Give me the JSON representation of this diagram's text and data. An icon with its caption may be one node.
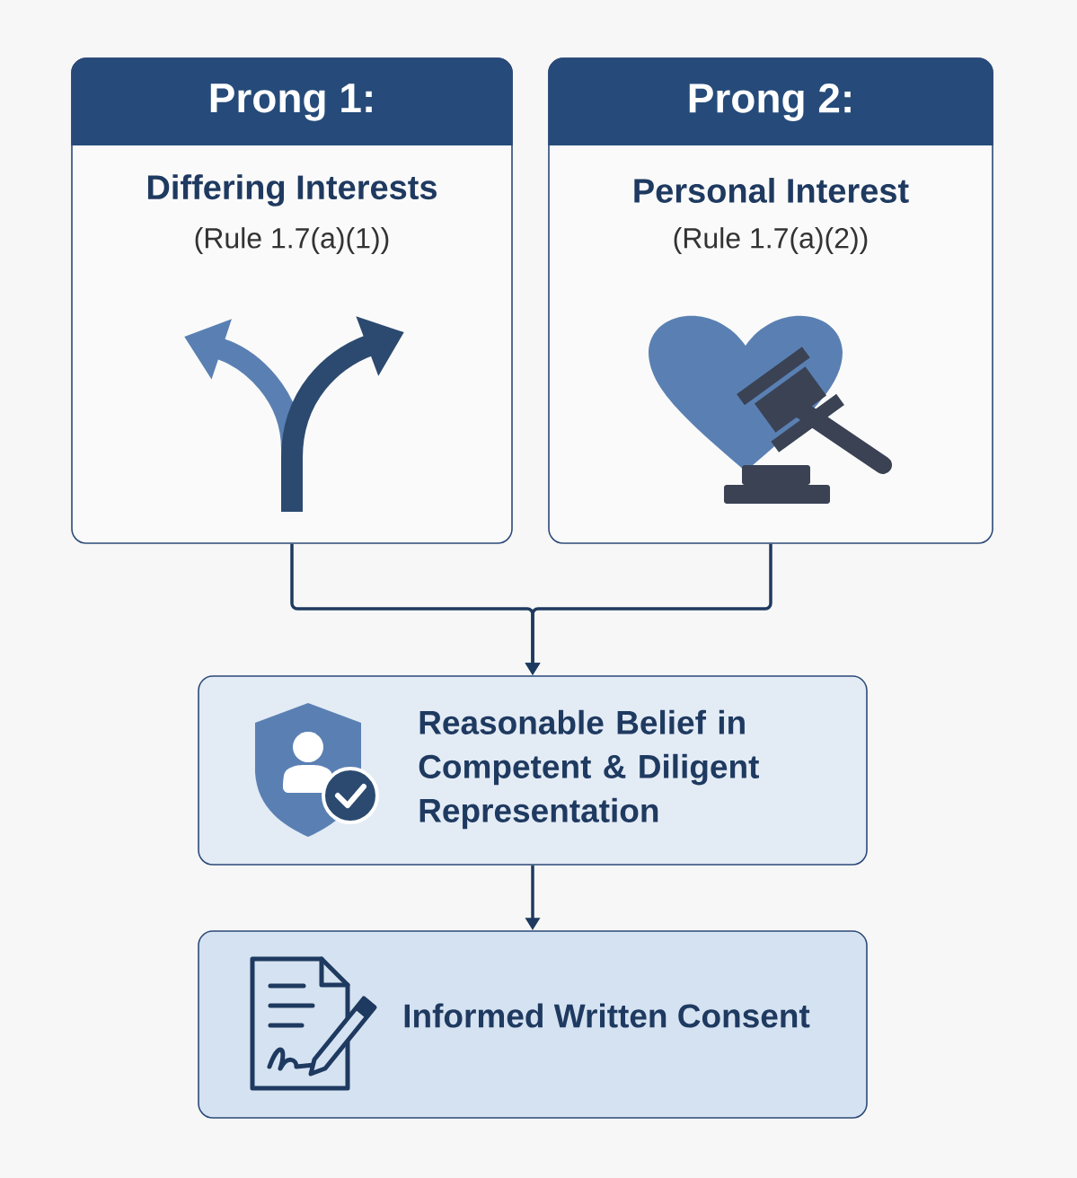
{
  "diagram": {
    "nodes": [
      {
        "text": [
          "Prong 1:",
          "Differing Interests",
          "(Rule 1.7(a)(1))"
        ]
      },
      {
        "text": [
          "Prong 2:",
          "Personal Interest",
          "(Rule 1.7(a)(2))"
        ]
      },
      {
        "text": [
          "Reasonable Belief in Competent & Diligent Representation"
        ]
      },
      {
        "text": [
          "Informed Written Consent"
        ]
      }
    ],
    "edges": [
      {
        "from": 0,
        "to": 2,
        "arrow": "to"
      },
      {
        "from": 1,
        "to": 2,
        "arrow": "to"
      },
      {
        "from": 2,
        "to": 3,
        "arrow": "to"
      }
    ]
  }
}
